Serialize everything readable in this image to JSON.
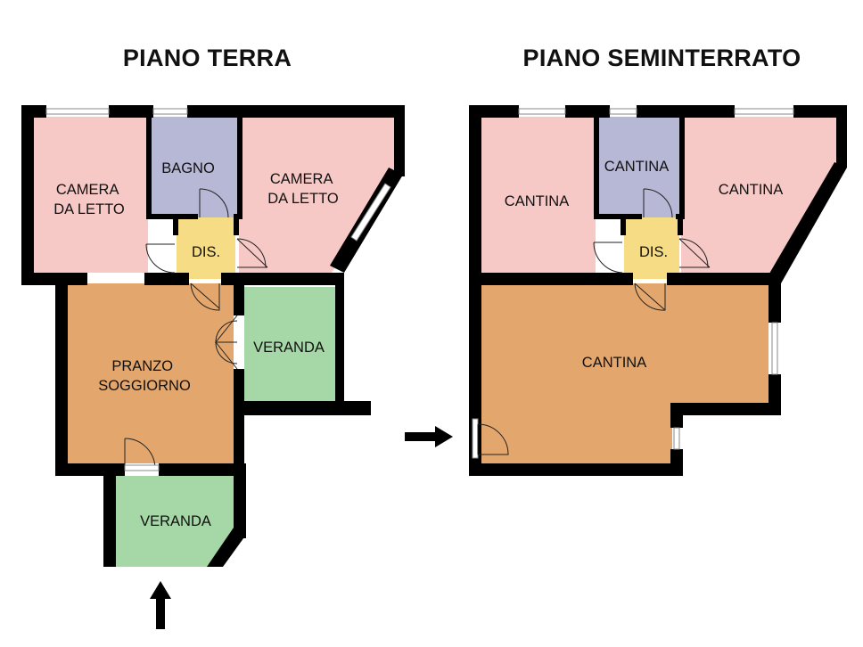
{
  "floors": {
    "ground": {
      "title": "PIANO TERRA",
      "rooms": {
        "camera1": [
          "CAMERA",
          "DA LETTO"
        ],
        "bagno": [
          "BAGNO"
        ],
        "camera2": [
          "CAMERA",
          "DA LETTO"
        ],
        "dis": [
          "DIS."
        ],
        "pranzo": [
          "PRANZO",
          "SOGGIORNO"
        ],
        "veranda1": [
          "VERANDA"
        ],
        "veranda2": [
          "VERANDA"
        ]
      }
    },
    "basement": {
      "title": "PIANO SEMINTERRATO",
      "rooms": {
        "cantina1": [
          "CANTINA"
        ],
        "cantina2": [
          "CANTINA"
        ],
        "cantina3": [
          "CANTINA"
        ],
        "dis": [
          "DIS."
        ],
        "cantina4": [
          "CANTINA"
        ]
      }
    }
  },
  "colors": {
    "bedroom": "#f7c9c6",
    "bathroom": "#b7b7d6",
    "hall": "#f6dc84",
    "living": "#e3a66d",
    "veranda": "#a6d7a6",
    "wall": "#000000"
  },
  "icons": [
    "entrance-arrow-icon",
    "entrance-arrow-icon"
  ]
}
